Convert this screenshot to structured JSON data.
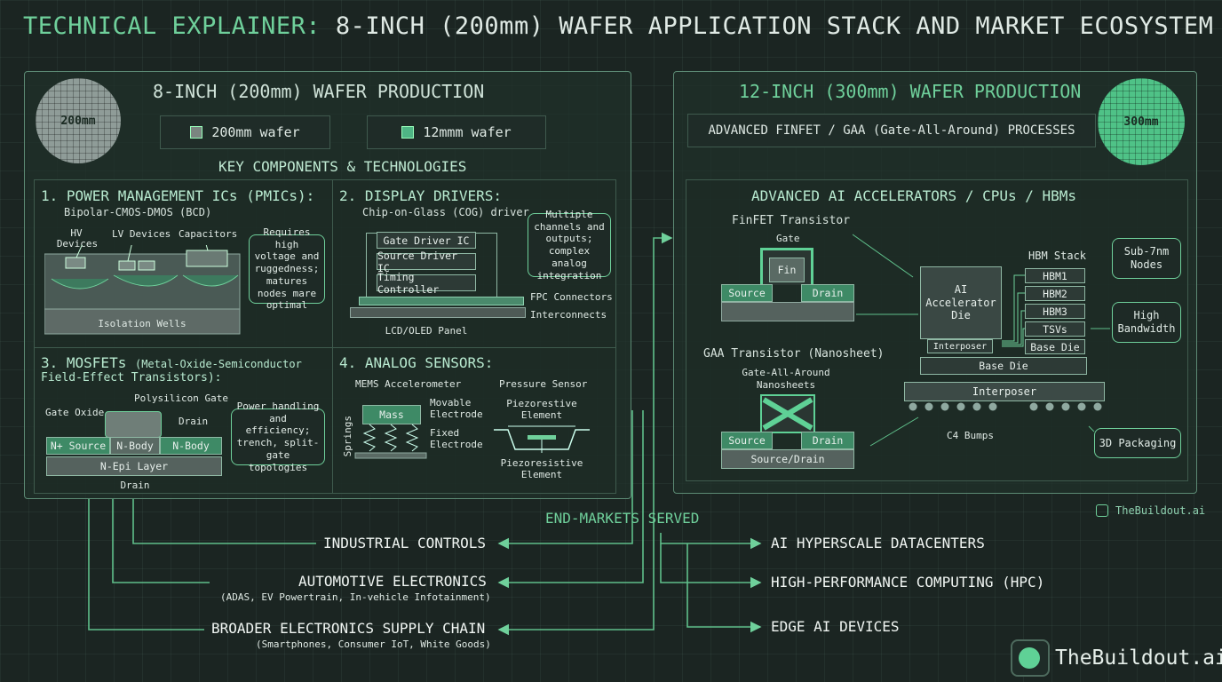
{
  "title": {
    "prefix": "TECHNICAL EXPLAINER:",
    "main": "8-INCH (200mm) WAFER APPLICATION STACK AND MARKET ECOSYSTEM"
  },
  "left_panel": {
    "title": "8-INCH (200mm) WAFER PRODUCTION",
    "wafer_label": "200mm",
    "legend": {
      "item1": "200mm wafer",
      "item2": "12mmm wafer"
    },
    "section_title": "KEY COMPONENTS & TECHNOLOGIES",
    "q1": {
      "title": "1. POWER MANAGEMENT ICs (PMICs):",
      "sub": "Bipolar-CMOS-DMOS (BCD)",
      "hv": "HV",
      "devices": "Devices",
      "lv": "LV Devices",
      "caps": "Capacitors",
      "wells": "Isolation Wells",
      "note": "Requires high voltage and ruggedness; matures nodes mare optimal"
    },
    "q2": {
      "title": "2. DISPLAY DRIVERS:",
      "sub": "Chip-on-Glass (COG) driver",
      "gate": "Gate Driver IC",
      "source": "Source Driver IC",
      "timing": "Timing Controller",
      "fpc": "FPC Connectors",
      "inter": "Interconnects",
      "panel": "LCD/OLED Panel",
      "note": "Multiple channels and outputs; complex analog integration"
    },
    "q3": {
      "title": "3. MOSFETs",
      "title_paren": "(Metal-Oxide-Semiconductor",
      "title2": "Field-Effect Transistors):",
      "poly": "Polysilicon Gate",
      "oxide": "Gate Oxide",
      "drain": "Drain",
      "nsrc": "N+ Source",
      "nbody1": "N-Body",
      "nbody2": "N-Body",
      "epi": "N-Epi Layer",
      "drain_bottom": "Drain",
      "note": "Power handling and efficiency; trench, split-gate topologies"
    },
    "q4": {
      "title": "4. ANALOG SENSORS:",
      "mems": "MEMS Accelerometer",
      "pressure": "Pressure Sensor",
      "mass": "Mass",
      "movable": "Movable",
      "electrode": "Electrode",
      "fixed": "Fixed",
      "electrode2": "Electrode",
      "springs": "Springs",
      "piezo_top1": "Piezorestive",
      "piezo_top2": "Element",
      "piezo_bot1": "Piezoresistive",
      "piezo_bot2": "Element"
    }
  },
  "right_panel": {
    "title": "12-INCH (300mm) WAFER PRODUCTION",
    "wafer_label": "300mm",
    "sub": "ADVANCED FINFET / GAA (Gate-All-Around) PROCESSES",
    "inner_title": "ADVANCED AI ACCELERATORS / CPUs / HBMs",
    "finfet": "FinFET Transistor",
    "gate": "Gate",
    "fin": "Fin",
    "source": "Source",
    "drain": "Drain",
    "gaa": "GAA Transistor (Nanosheet)",
    "gaa_sub1": "Gate-All-Around",
    "gaa_sub2": "Nanosheets",
    "gsource": "Source",
    "gdrain": "Drain",
    "sd": "Source/Drain",
    "die1": "AI",
    "die2": "Accelerator",
    "die3": "Die",
    "interposer_small": "Interposer",
    "hbm_title": "HBM Stack",
    "hbm": [
      "HBM1",
      "HBM2",
      "HBM3",
      "TSVs",
      "Base Die"
    ],
    "base_die": "Base Die",
    "interposer": "Interposer",
    "c4": "C4 Bumps",
    "sub7a": "Sub-7nm",
    "sub7b": "Nodes",
    "hb1": "High",
    "hb2": "Bandwidth",
    "pkg": "3D Packaging"
  },
  "markets": {
    "title": "END-MARKETS SERVED",
    "left": [
      {
        "name": "INDUSTRIAL CONTROLS",
        "sub": ""
      },
      {
        "name": "AUTOMOTIVE ELECTRONICS",
        "sub": "(ADAS, EV Powertrain, In-vehicle Infotainment)"
      },
      {
        "name": "BROADER ELECTRONICS SUPPLY CHAIN",
        "sub": "(Smartphones, Consumer IoT, White Goods)"
      }
    ],
    "right": [
      "AI HYPERSCALE DATACENTERS",
      "HIGH-PERFORMANCE COMPUTING (HPC)",
      "EDGE AI DEVICES"
    ]
  },
  "brand": {
    "small": "TheBuildout.ai",
    "big": "TheBuildout.ai"
  },
  "colors": {
    "accent": "#6fd09b",
    "line": "#5fbf8a",
    "panel_border": "#5c8a74"
  }
}
